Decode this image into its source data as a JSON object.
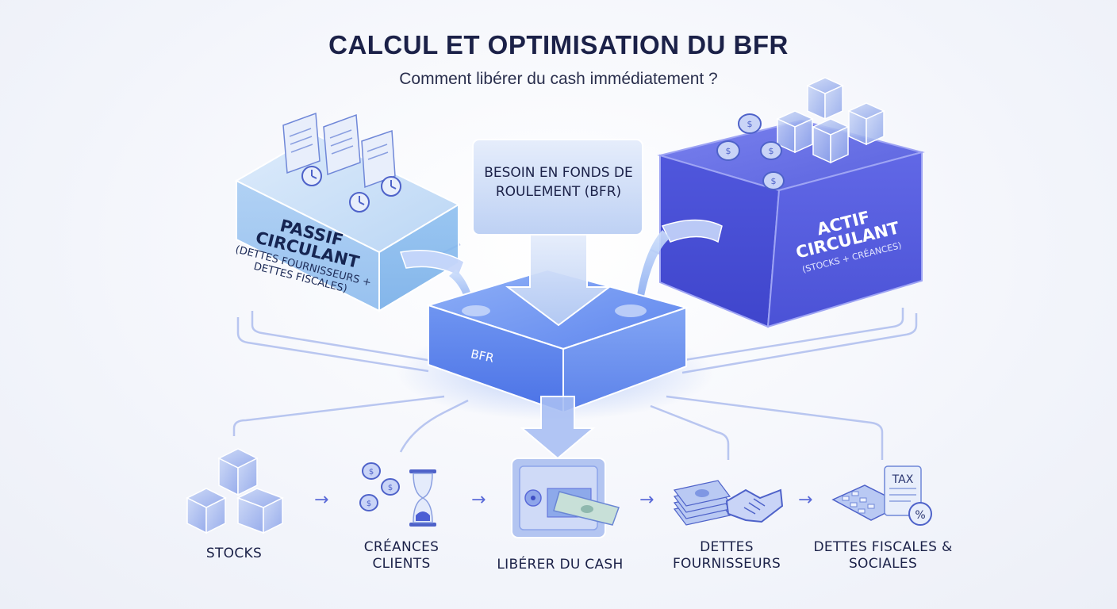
{
  "header": {
    "title": "CALCUL ET OPTIMISATION DU BFR",
    "subtitle": "Comment libérer du cash immédiatement ?"
  },
  "blocks": {
    "passif": {
      "title": "PASSIF CIRCULANT",
      "subtitle": "(DETTES FOURNISSEURS + DETTES FISCALES)"
    },
    "actif": {
      "title": "ACTIF CIRCULANT",
      "subtitle": "(STOCKS + CRÉANCES)"
    },
    "center": {
      "label": "BFR"
    },
    "callout": {
      "text": "BESOIN EN FONDS DE ROULEMENT (BFR)"
    }
  },
  "steps": [
    {
      "label": "STOCKS"
    },
    {
      "label": "CRÉANCES CLIENTS"
    },
    {
      "label": "LIBÉRER DU CASH"
    },
    {
      "label": "DETTES FOURNISSEURS"
    },
    {
      "label": "DETTES FISCALES & SOCIALES"
    }
  ],
  "icons": {
    "tax_text": "TAX",
    "percent_text": "%"
  },
  "arrows": [
    "→",
    "→",
    "→",
    "→"
  ],
  "colors": {
    "light_block": "#9fc8f2",
    "dark_block": "#4a4fd6",
    "center_block": "#6b8ff0",
    "accent": "#5a6ad8"
  }
}
